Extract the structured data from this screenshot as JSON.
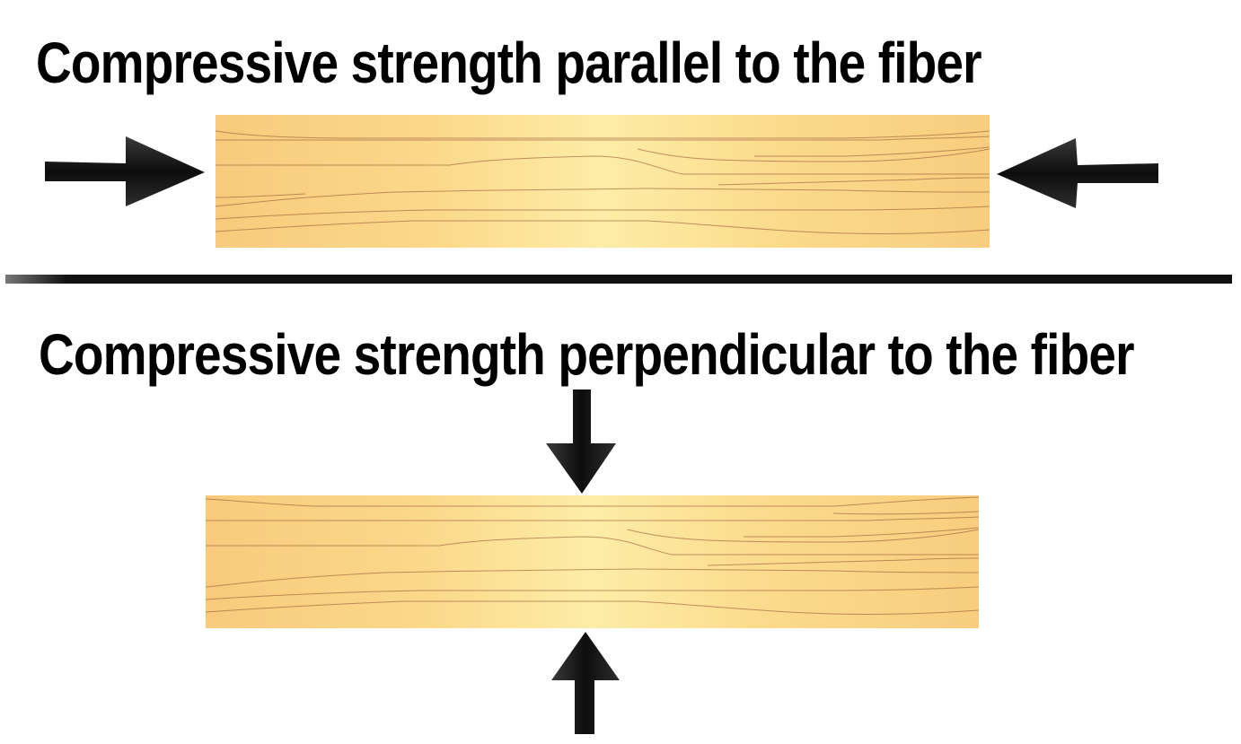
{
  "diagram": {
    "top_section": {
      "title": "Compressive strength parallel to the fiber",
      "load_direction": "horizontal"
    },
    "bottom_section": {
      "title": "Compressive strength perpendicular to the fiber",
      "load_direction": "vertical"
    },
    "colors": {
      "wood_light": "#fdeaa0",
      "wood_mid": "#fbd787",
      "wood_dark": "#f7c97a",
      "grain_line": "#a0603c",
      "arrow": "#151515",
      "divider": "#111111"
    },
    "icons": {
      "arrow": "block-arrow",
      "board": "wood-plank"
    }
  }
}
